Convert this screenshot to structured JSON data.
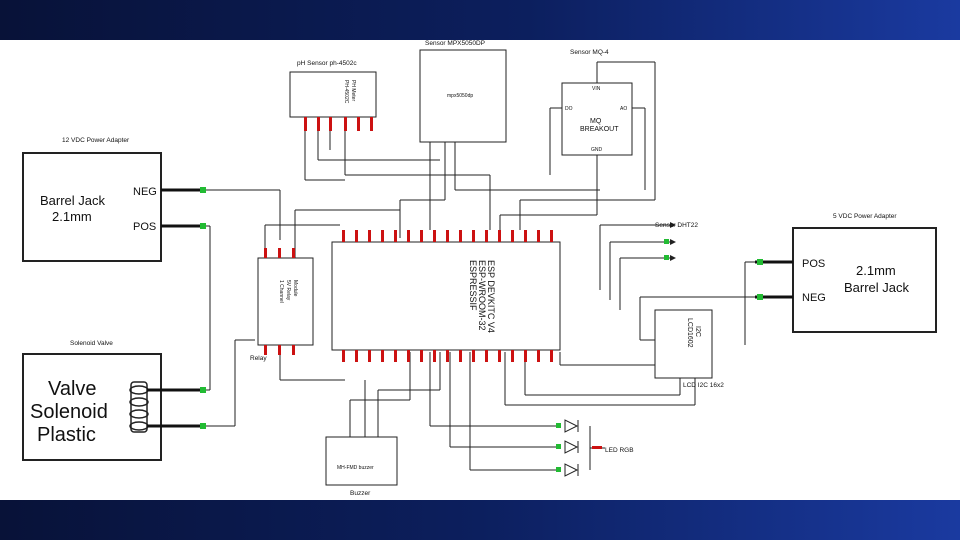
{
  "labels": {
    "power12_title": "12 VDC Power Adapter",
    "barrel_left_line1": "Barrel Jack",
    "barrel_left_line2": "2.1mm",
    "neg": "NEG",
    "pos": "POS",
    "solenoid_title": "Solenoid Valve",
    "valve_line1": "Valve",
    "valve_line2": "Solenoid",
    "valve_line3": "Plastic",
    "relay_title": "Relay",
    "relay_module_line1": "1 Channel",
    "relay_module_line2": "5V Relay",
    "relay_module_line3": "Module",
    "ph_title": "pH Sensor ph-4502c",
    "ph_module_line1": "PH-4502C",
    "ph_module_line2": "PH Meter",
    "mpx_title": "Sensor MPX5050DP",
    "mpx_module": "mpx5050dp",
    "mq_title": "Sensor MQ-4",
    "mq_vin": "VIN",
    "mq_do": "DO",
    "mq_ao": "AO",
    "mq_gnd": "GND",
    "mq_line1": "MQ",
    "mq_line2": "BREAKOUT",
    "esp_line1": "ESPRESSIF",
    "esp_line2": "ESP-WROOM-32",
    "esp_line3": "ESP DEVKITC V4",
    "dht_title": "Sensor DHT22",
    "power5_title": "5 VDC Power Adapter",
    "barrel_right_line1": "2.1mm",
    "barrel_right_line2": "Barrel Jack",
    "lcd_line1": "LCD1602",
    "lcd_line2": "I2C",
    "lcd_title": "LCD I2C 16x2",
    "led_title": "LED RGB",
    "buzzer_module": "MH-FMD buzzer",
    "buzzer_title": "Buzzer"
  },
  "colors": {
    "band_dark": "#081238",
    "band_light": "#1a3aa0",
    "wire": "#222222",
    "pin_red": "#cc1111",
    "connector_green": "#22bb33"
  }
}
